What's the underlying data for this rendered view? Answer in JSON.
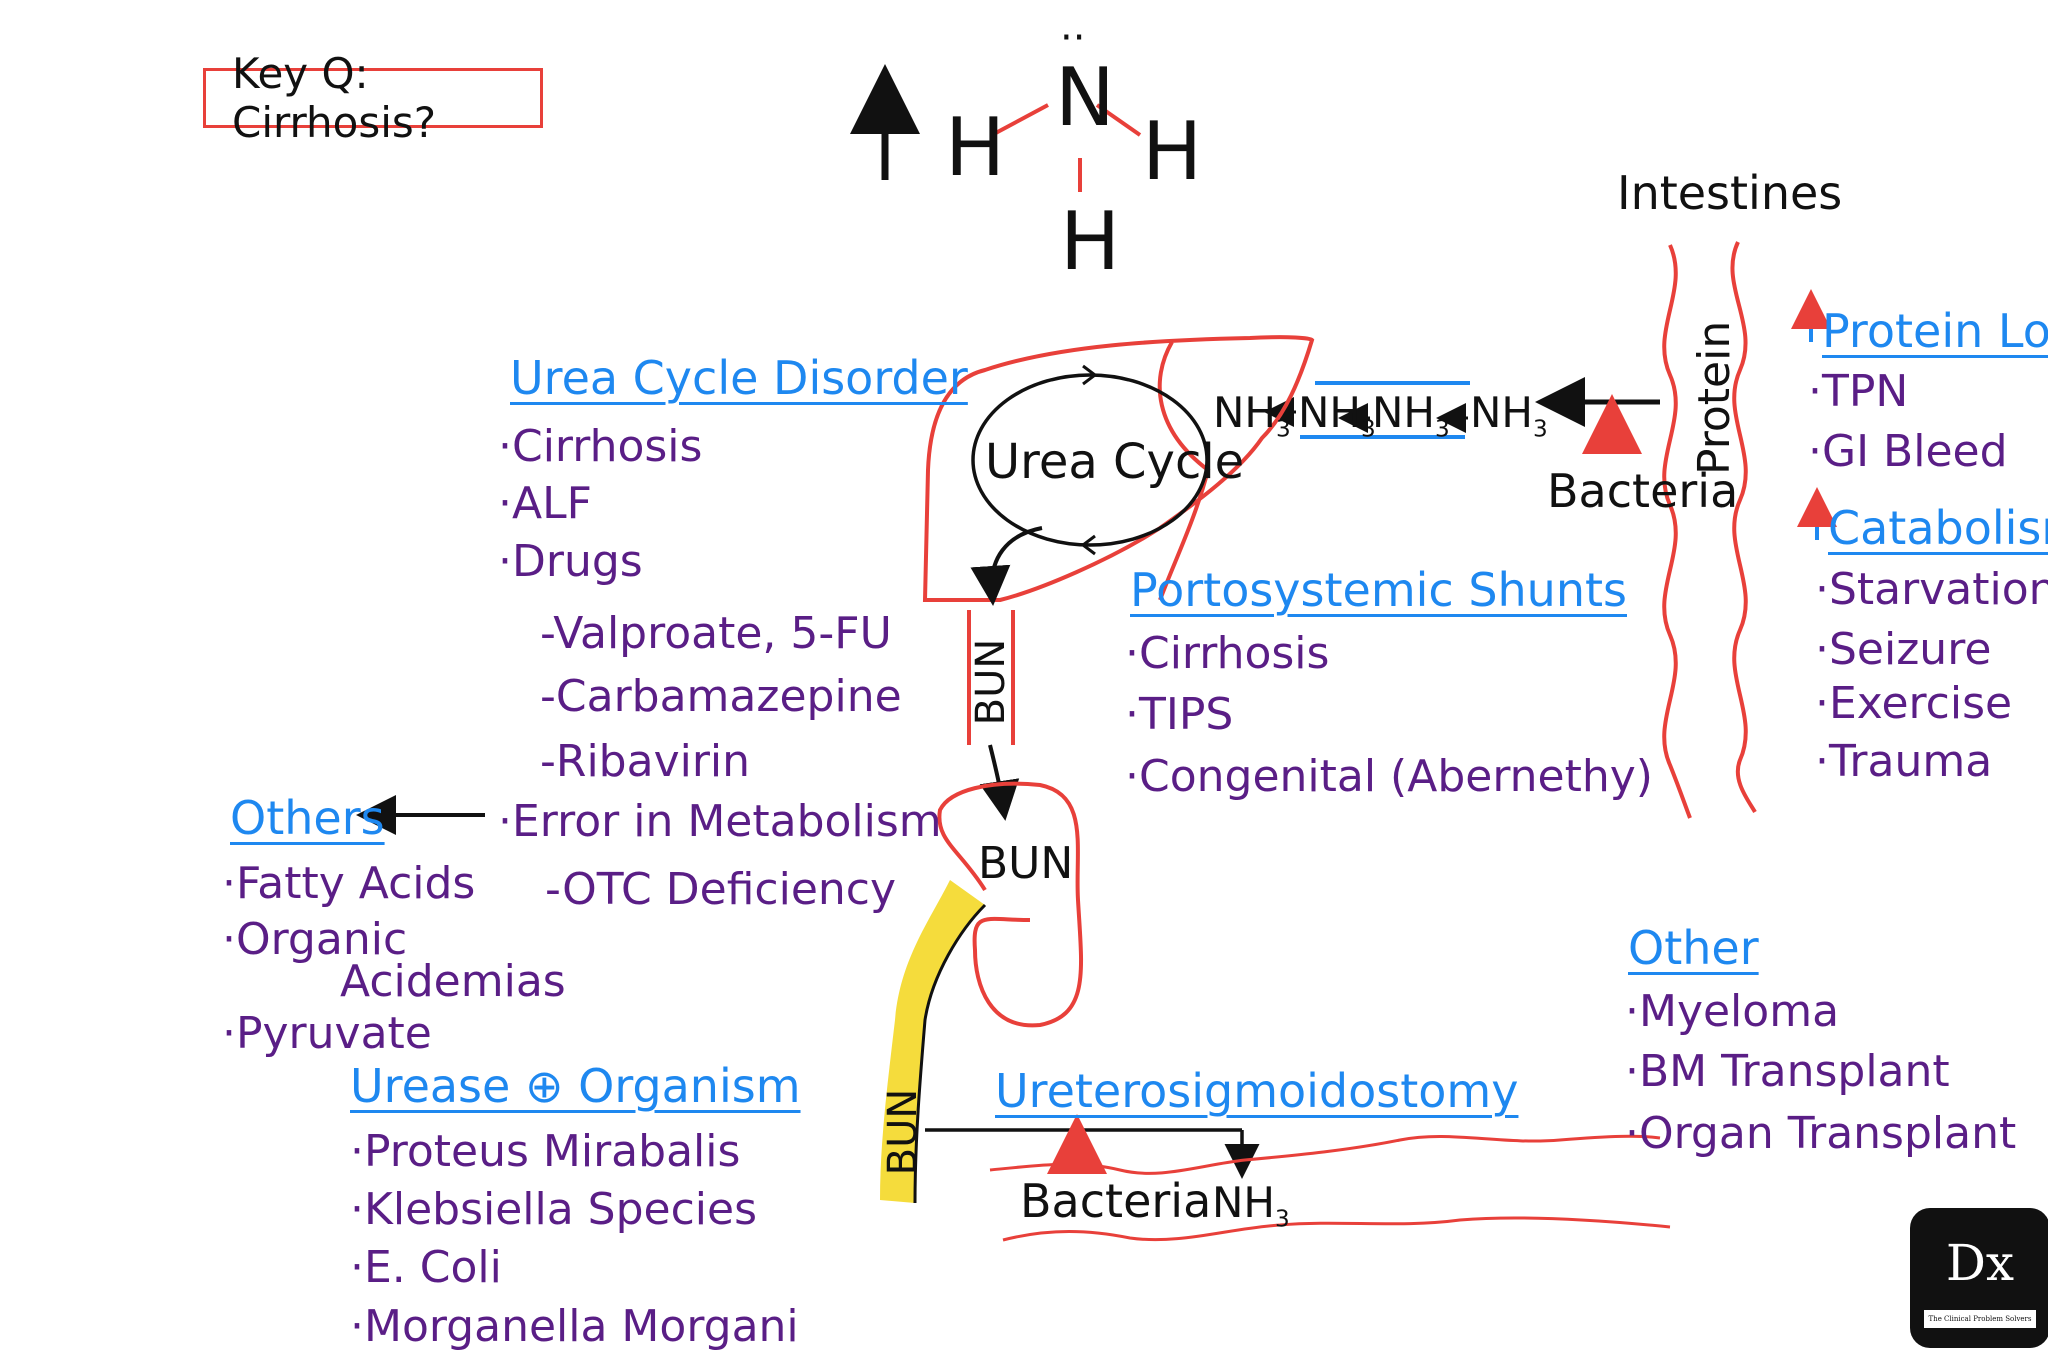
{
  "key_question": "Key Q: Cirrhosis?",
  "ammonia": {
    "n": "N",
    "h1": "H",
    "h2": "H",
    "h3": "H",
    "lone_pair": "··"
  },
  "intestines": {
    "label": "Intestines",
    "protein": "Protein",
    "bacteria": "Bacteria"
  },
  "liver": {
    "urea_cycle": "Urea Cycle",
    "nh3": "NH",
    "sub3": "3"
  },
  "bun_label": "BUN",
  "urea_cycle_disorder": {
    "heading": "Urea Cycle Disorder",
    "items": [
      "·Cirrhosis",
      "·ALF",
      "·Drugs",
      "-Valproate, 5-FU",
      "-Carbamazepine",
      "-Ribavirin",
      "·Error in Metabolism",
      "-OTC Deficiency"
    ]
  },
  "others": {
    "heading": "Others",
    "items": [
      "·Fatty Acids",
      "·Organic",
      "Acidemias",
      "·Pyruvate"
    ]
  },
  "urease_organism": {
    "heading": "Urease ⊕ Organism",
    "items": [
      "·Proteus Mirabalis",
      "·Klebsiella Species",
      "·E. Coli",
      "·Morganella Morgani"
    ]
  },
  "portosystemic_shunts": {
    "heading": "Portosystemic Shunts",
    "items": [
      "·Cirrhosis",
      "·TIPS",
      "·Congenital (Abernethy)"
    ]
  },
  "protein_load": {
    "heading": "Protein Load",
    "items": [
      "·TPN",
      "·GI Bleed"
    ]
  },
  "catabolism": {
    "heading": "Catabolism",
    "items": [
      "·Starvation",
      "·Seizure",
      "·Exercise",
      "·Trauma"
    ]
  },
  "other": {
    "heading": "Other",
    "items": [
      "·Myeloma",
      "·BM Transplant",
      "·Organ Transplant"
    ]
  },
  "ureterosigmoidostomy": {
    "heading": "Ureterosigmoidostomy",
    "bacteria": "Bacteria",
    "nh3": "NH"
  },
  "logo": {
    "mark": "Dx",
    "caption": "The Clinical Problem Solvers"
  },
  "colors": {
    "heading": "#1e88f0",
    "item": "#5a1e86",
    "organ": "#e8403a",
    "ureter": "#f5dc3c",
    "ink": "#111111"
  }
}
